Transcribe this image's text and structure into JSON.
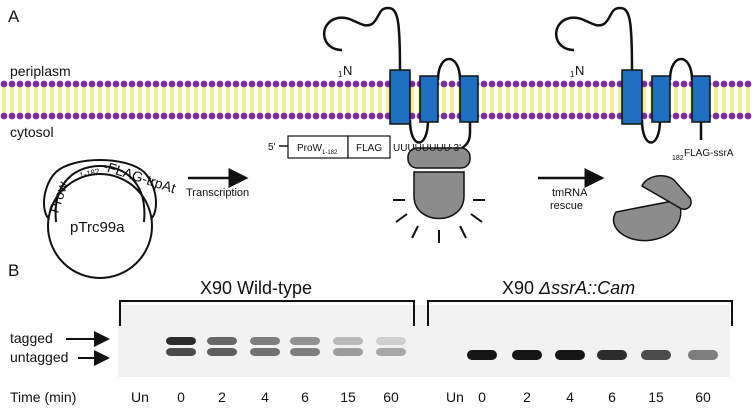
{
  "panel_a": {
    "label": "A",
    "periplasm": "periplasm",
    "cytosol": "cytosol",
    "plasmid": {
      "insert_prefix": "Prow",
      "insert_sub": "1-182",
      "insert_suffix": "-FLAG-trpAt",
      "backbone": "pTrc99a"
    },
    "transcription": "Transcription",
    "mrna": {
      "five_prime": "5'",
      "box1": "ProW",
      "box1_sub": "1-182",
      "box2": "FLAG",
      "tail": "UUUUUUUU 3'"
    },
    "n_term_1": "N",
    "n_term_1_sub": "1",
    "n_term_2": "N",
    "n_term_2_sub": "1",
    "rescue_line1": "tmRNA",
    "rescue_line2": "rescue",
    "product_sub": "182",
    "product_label": "FLAG-ssrA",
    "colors": {
      "helix": "#1f6fbf",
      "lipid_head": "#7b2e99",
      "lipid_tail": "#f0e24a",
      "ribosome": "#8c8c8c"
    }
  },
  "panel_b": {
    "label": "B",
    "left_strain": "X90 Wild-type",
    "right_strain_prefix": "X90 ",
    "right_strain_italic": "ΔssrA::Cam",
    "tagged": "tagged",
    "untagged": "untagged",
    "time_label": "Time (min)",
    "lanes_left": [
      "Un",
      "0",
      "2",
      "4",
      "6",
      "15",
      "60"
    ],
    "lanes_right": [
      "Un",
      "0",
      "2",
      "4",
      "6",
      "15",
      "60"
    ],
    "band_intensity_left_tagged": [
      0,
      0.85,
      0.55,
      0.45,
      0.35,
      0.15,
      0.05
    ],
    "band_intensity_left_untagged": [
      0,
      0.7,
      0.6,
      0.5,
      0.45,
      0.3,
      0.25
    ],
    "band_intensity_right_untagged": [
      0,
      0.95,
      0.95,
      0.95,
      0.85,
      0.7,
      0.45
    ]
  }
}
